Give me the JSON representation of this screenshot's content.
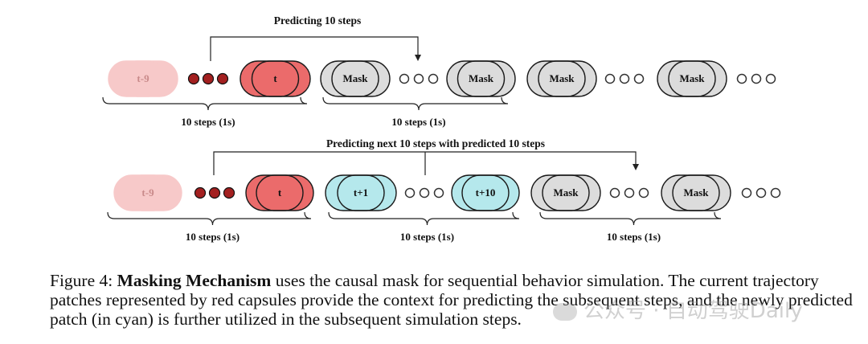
{
  "diagram": {
    "row1": {
      "arrow_label": "Predicting 10 steps",
      "items": [
        {
          "label": "t-9",
          "kind": "past-faded"
        },
        {
          "kind": "dots-red"
        },
        {
          "label": "t",
          "kind": "current"
        },
        {
          "label": "Mask",
          "kind": "mask"
        },
        {
          "kind": "dots-hollow"
        },
        {
          "label": "Mask",
          "kind": "mask"
        },
        {
          "label": "Mask",
          "kind": "mask"
        },
        {
          "kind": "dots-hollow"
        },
        {
          "label": "Mask",
          "kind": "mask"
        },
        {
          "kind": "dots-hollow"
        }
      ],
      "braces": [
        {
          "label": "10 steps (1s)"
        },
        {
          "label": "10 steps (1s)"
        }
      ]
    },
    "row2": {
      "arrow_label": "Predicting next 10 steps with predicted 10 steps",
      "items": [
        {
          "label": "t-9",
          "kind": "past-faded"
        },
        {
          "kind": "dots-red"
        },
        {
          "label": "t",
          "kind": "current"
        },
        {
          "label": "t+1",
          "kind": "predicted"
        },
        {
          "kind": "dots-hollow"
        },
        {
          "label": "t+10",
          "kind": "predicted"
        },
        {
          "label": "Mask",
          "kind": "mask"
        },
        {
          "kind": "dots-hollow"
        },
        {
          "label": "Mask",
          "kind": "mask"
        },
        {
          "kind": "dots-hollow"
        }
      ],
      "braces": [
        {
          "label": "10 steps (1s)"
        },
        {
          "label": "10 steps (1s)"
        },
        {
          "label": "10 steps (1s)"
        }
      ]
    },
    "colors": {
      "current_fill": "#eb6b6b",
      "past_fill": "#f7c9c9",
      "past_text": "#c98a8a",
      "red_dot": "#a32020",
      "predicted_fill": "#b5e8ec",
      "mask_fill": "#dcdcdc",
      "stroke": "#1a1a1a"
    }
  },
  "caption": {
    "prefix": "Figure 4: ",
    "bold": "Masking Mechanism",
    "text": " uses the causal mask for sequential behavior simulation. The current trajectory patches represented by red capsules provide the context for predicting the subsequent steps, and the newly predicted patch (in cyan) is further utilized in the subsequent simulation steps."
  },
  "watermark": "公众号 · 自动驾驶Daily"
}
